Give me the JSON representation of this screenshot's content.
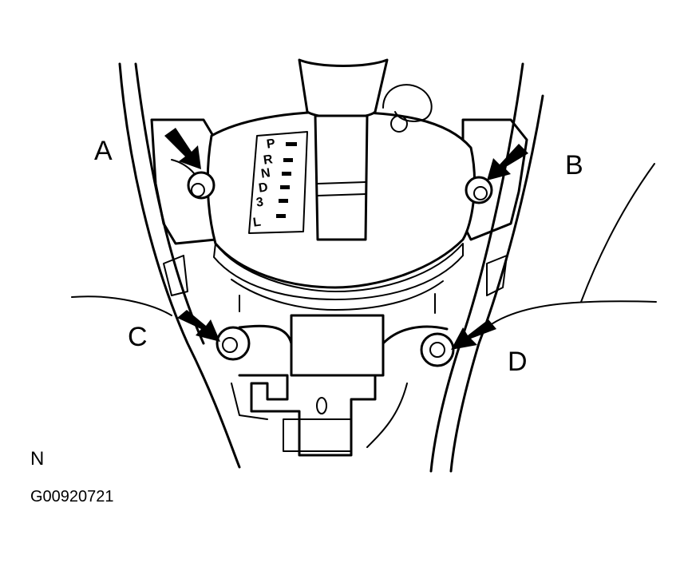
{
  "figure": {
    "callouts": {
      "a": "A",
      "b": "B",
      "c": "C",
      "d": "D"
    },
    "corner_letter": "N",
    "figure_code": "G00920721",
    "gear_positions": [
      "P",
      "R",
      "N",
      "D",
      "3",
      "L"
    ]
  },
  "colors": {
    "line": "#000000",
    "background": "#ffffff"
  }
}
